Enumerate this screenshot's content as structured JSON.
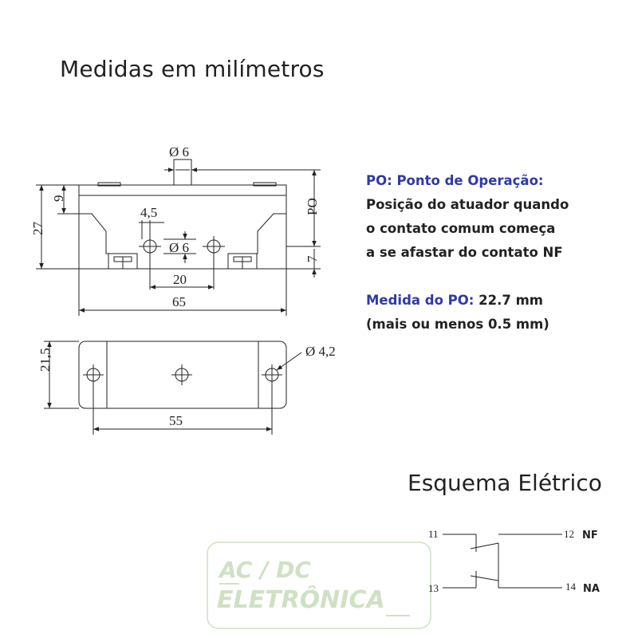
{
  "title": "Medidas em milímetros",
  "po_block": {
    "label": "PO: Ponto de Operação:",
    "lines": [
      "Posição do atuador quando",
      "o contato comum começa",
      "a se afastar do contato NF"
    ]
  },
  "medida_block": {
    "label": "Medida do PO:",
    "value": "22.7 mm",
    "tolerance": "(mais ou menos 0.5 mm)"
  },
  "front_view": {
    "dims": {
      "actuator_diameter": "Ø 6",
      "top_height": "9",
      "total_height": "27",
      "po": "PO",
      "bottom_height": "7",
      "hole_offset": "4,5",
      "hole_diameter": "Ø 6",
      "hole_spacing": "20",
      "total_width": "65"
    }
  },
  "bottom_view": {
    "dims": {
      "height": "21,5",
      "mount_hole_diameter": "Ø 4,2",
      "hole_spacing": "55"
    }
  },
  "esquema_title": "Esquema Elétrico",
  "schematic": {
    "pin_11": "11",
    "pin_12": "12",
    "pin_12_label": "NF",
    "pin_13": "13",
    "pin_14": "14",
    "pin_14_label": "NA"
  },
  "logo": {
    "line1": "AC / DC",
    "line2": "ELETRÔNICA",
    "color": "#cfe1c4"
  }
}
